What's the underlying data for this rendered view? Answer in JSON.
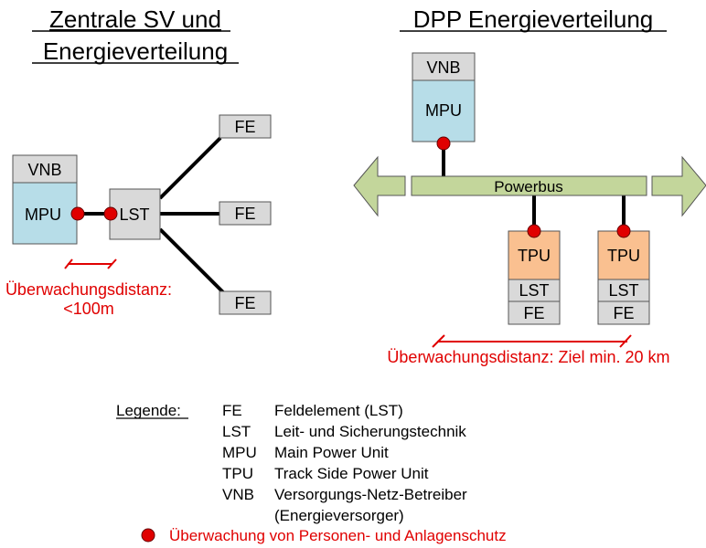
{
  "left": {
    "title_line1": "Zentrale SV und",
    "title_line2": "Energieverteilung",
    "vnb": "VNB",
    "mpu": "MPU",
    "lst": "LST",
    "fe": [
      "FE",
      "FE",
      "FE"
    ],
    "distance_line1": "Überwachungsdistanz:",
    "distance_line2": "<100m"
  },
  "right": {
    "title": "DPP Energieverteilung",
    "vnb": "VNB",
    "mpu": "MPU",
    "bus": "Powerbus",
    "units": [
      {
        "tpu": "TPU",
        "lst": "LST",
        "fe": "FE"
      },
      {
        "tpu": "TPU",
        "lst": "LST",
        "fe": "FE"
      }
    ],
    "distance": "Überwachungsdistanz: Ziel min. 20 km"
  },
  "legend": {
    "title": "Legende:",
    "items": [
      {
        "abbr": "FE",
        "text": "Feldelement (LST)"
      },
      {
        "abbr": "LST",
        "text": "Leit- und Sicherungstechnik"
      },
      {
        "abbr": "MPU",
        "text": "Main Power Unit"
      },
      {
        "abbr": "TPU",
        "text": "Track Side Power Unit"
      },
      {
        "abbr": "VNB",
        "text": "Versorgungs-Netz-Betreiber"
      },
      {
        "abbr": "",
        "text": "(Energieversorger)"
      }
    ],
    "monitor": "Überwachung von Personen- und Anlagenschutz"
  },
  "colors": {
    "grey": "#d9d9d9",
    "mpu": "#b7dde8",
    "tpu": "#fac090",
    "bus": "#c3d69b",
    "red": "#e00000"
  }
}
